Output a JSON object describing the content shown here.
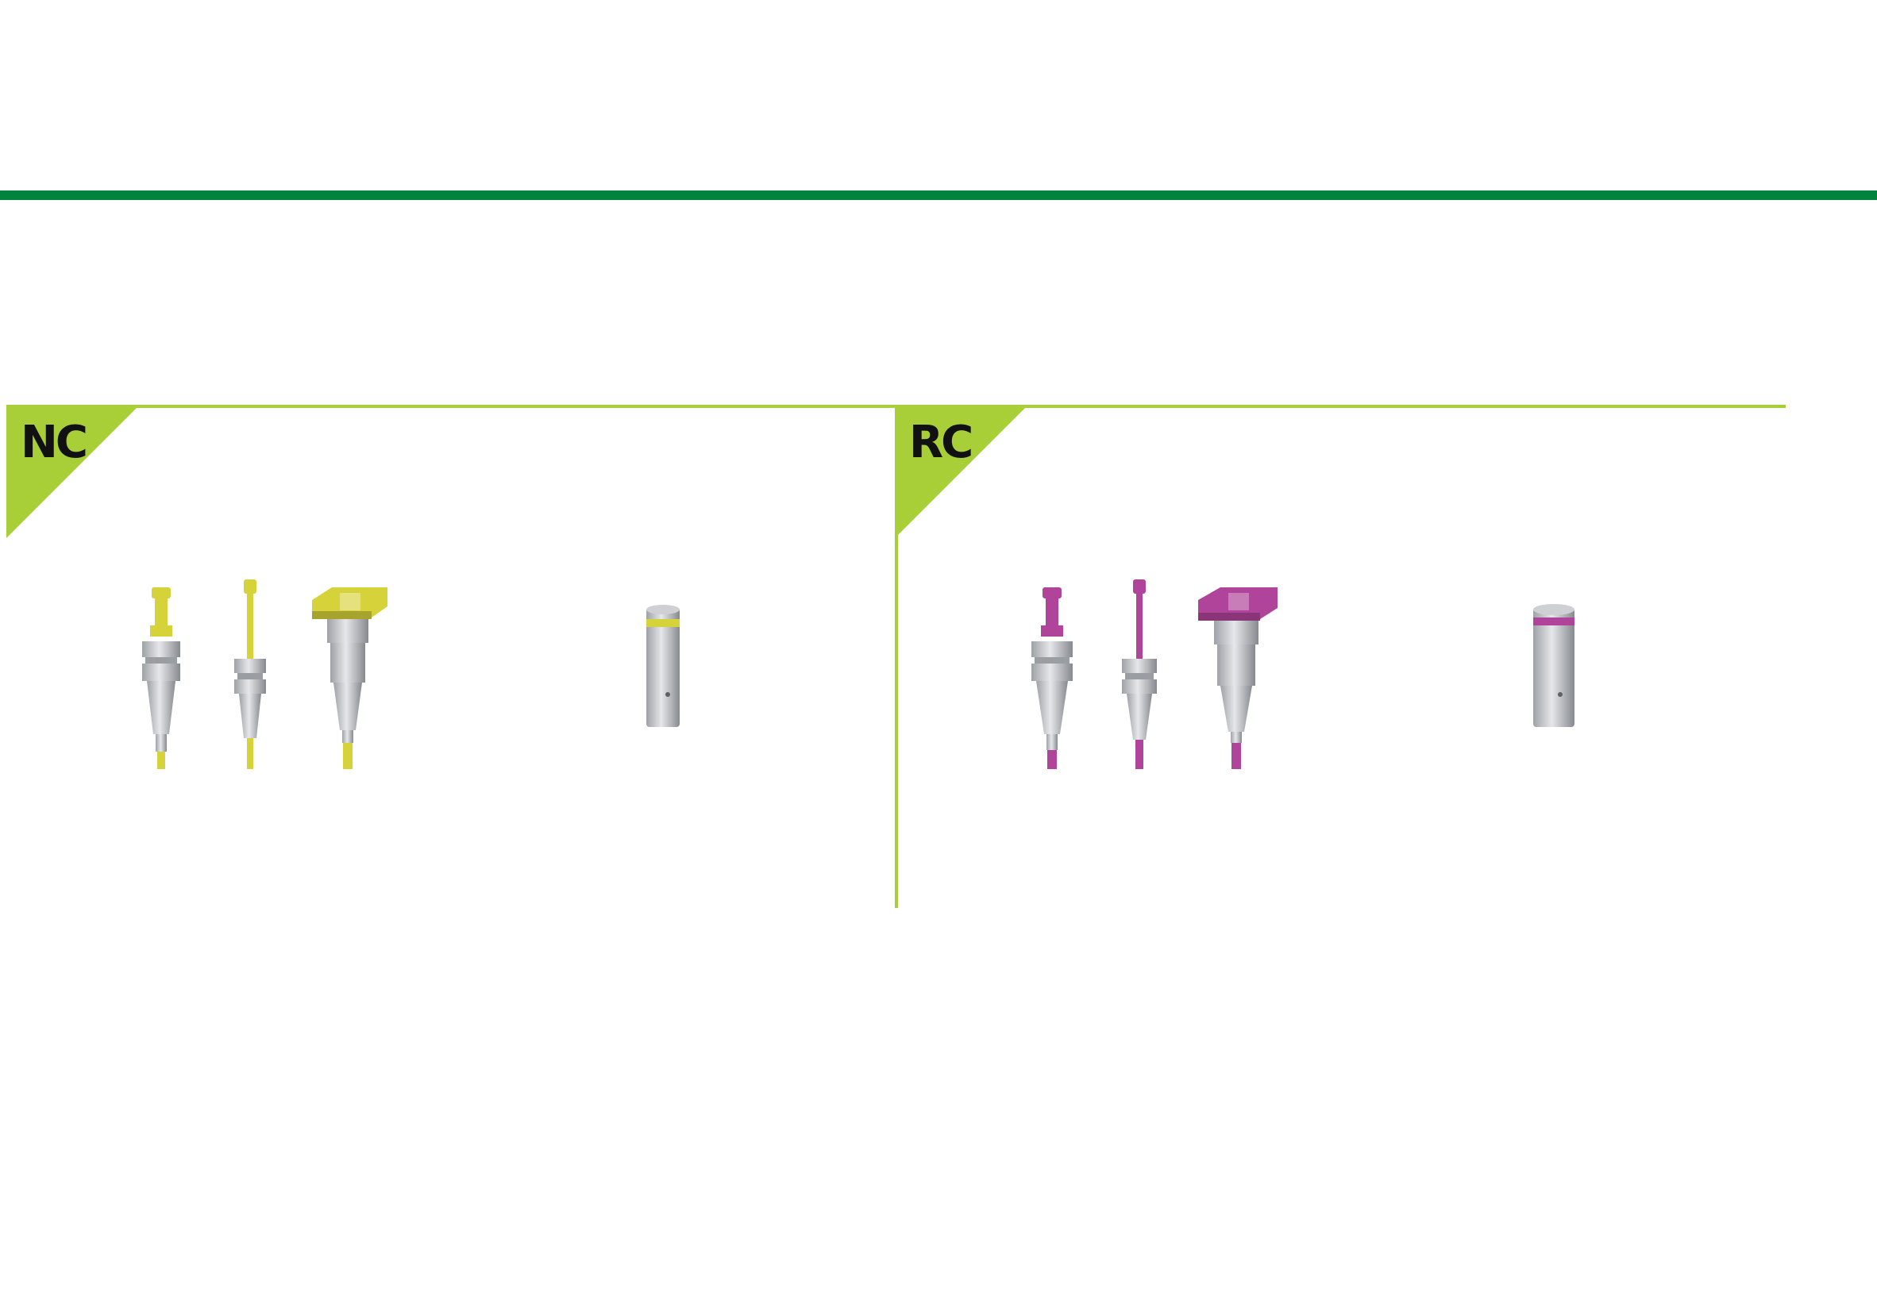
{
  "colors": {
    "header_rule": "#00843d",
    "panel_rule": "#a8cf38",
    "nc_accent": "#d6d23a",
    "rc_accent": "#b0449a",
    "metal_light": "#dcdde0",
    "metal_dark": "#8f9297"
  },
  "panels": [
    {
      "label": "NC",
      "accent": "nc_accent"
    },
    {
      "label": "RC",
      "accent": "rc_accent"
    }
  ],
  "icons": [
    "transfer-post-icon",
    "guide-screw-post-icon",
    "pickup-coping-icon",
    "implant-analog-icon"
  ]
}
